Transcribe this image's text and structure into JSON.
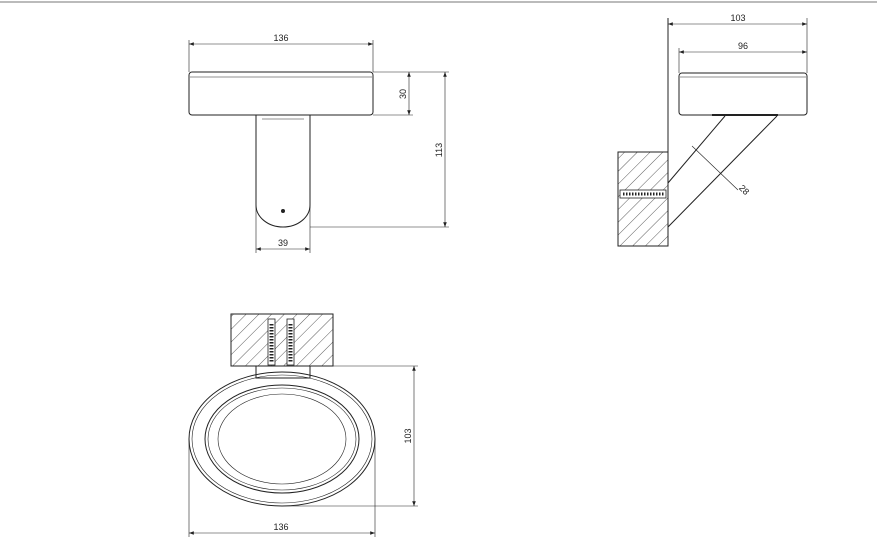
{
  "front_view": {
    "width_dim": "136",
    "plate_height_dim": "30",
    "total_height_dim": "113",
    "stem_width_dim": "39"
  },
  "side_view": {
    "depth_dim": "103",
    "plate_depth_dim": "96",
    "arm_dim": "28"
  },
  "top_view": {
    "depth_dim": "103",
    "width_dim": "136"
  }
}
